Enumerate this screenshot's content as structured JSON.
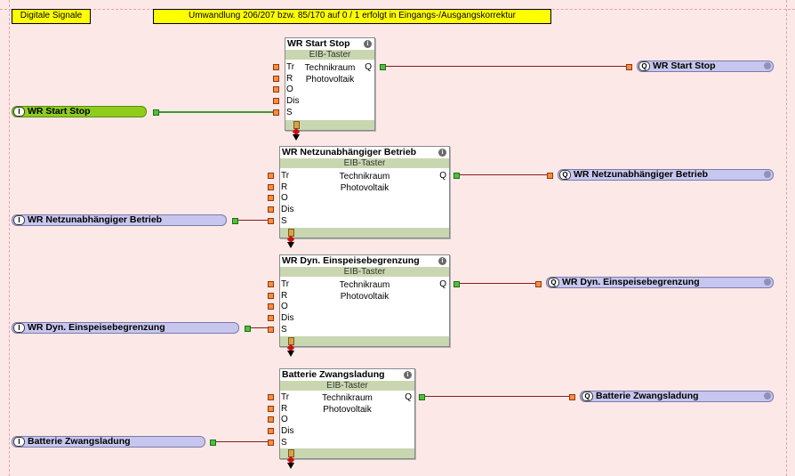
{
  "labels": {
    "signals": "Digitale Signale",
    "note": "Umwandlung 206/207 bzw. 85/170 auf 0 / 1 erfolgt in Eingangs-/Ausgangskorrektur"
  },
  "block_type": "EIB-Taster",
  "ports_in": [
    "Tr",
    "R",
    "O",
    "Dis",
    "S"
  ],
  "port_out": "Q",
  "badge_in": "I",
  "badge_out": "Q",
  "info_glyph": "i",
  "blocks": [
    {
      "title": "WR Start Stop",
      "desc1": "Technikraum",
      "desc2": "Photovoltaik",
      "input": "WR Start Stop",
      "output": "WR Start Stop"
    },
    {
      "title": "WR Netzunabhängiger Betrieb",
      "desc1": "Technikraum",
      "desc2": "Photovoltaik",
      "input": "WR Netzunabhängiger Betrieb",
      "output": "WR Netzunabhängiger Betrieb"
    },
    {
      "title": "WR Dyn. Einspeisebegrenzung",
      "desc1": "Technikraum",
      "desc2": "Photovoltaik",
      "input": "WR Dyn. Einspeisebegrenzung",
      "output": "WR Dyn. Einspeisebegrenzung"
    },
    {
      "title": "Batterie Zwangsladung",
      "desc1": "Technikraum",
      "desc2": "Photovoltaik",
      "input": "Batterie Zwangsladung",
      "output": "Batterie Zwangsladung"
    }
  ],
  "colors": {
    "background": "#fde8e8",
    "block_header": "#c9d7b0",
    "input_bar": "#c6c6ee",
    "active_input_bar": "#8ecd1c",
    "wire": "#8b1a1a",
    "active_wire": "#3a9a2a"
  }
}
